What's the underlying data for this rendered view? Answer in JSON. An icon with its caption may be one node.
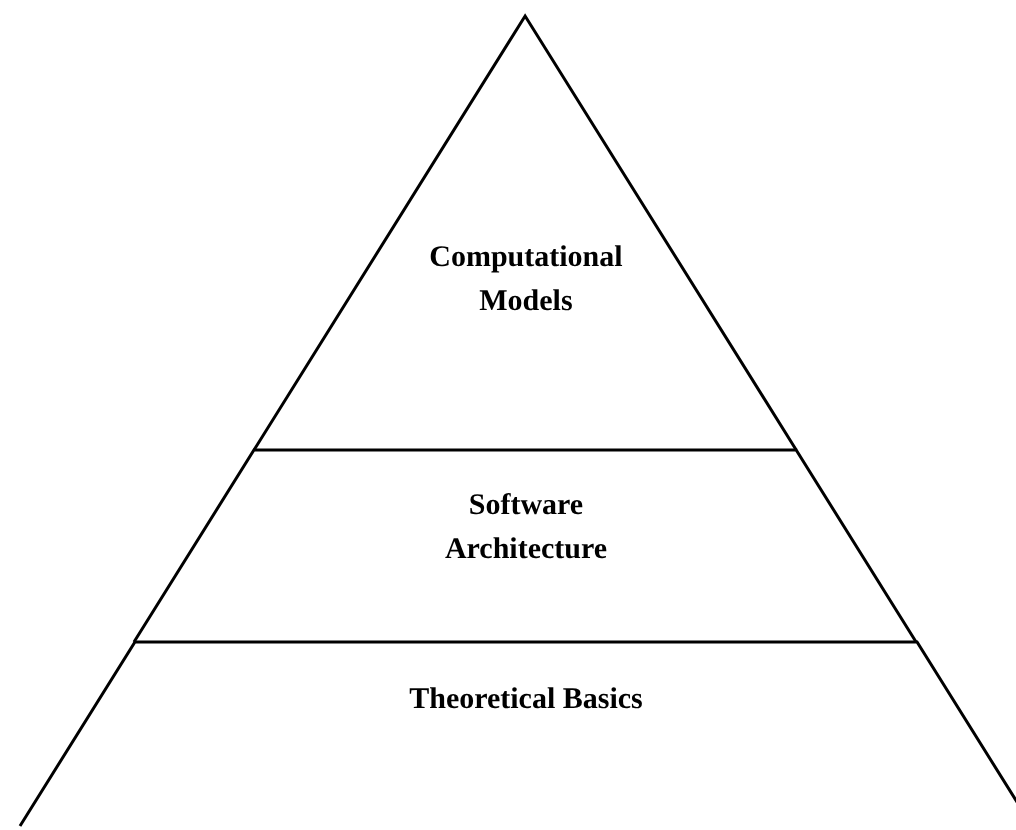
{
  "diagram": {
    "nodes": [
      {
        "text": [
          "Computational Models"
        ]
      },
      {
        "text": [
          "Software Architecture"
        ]
      },
      {
        "text": [
          "Theoretical Basics"
        ]
      }
    ]
  }
}
